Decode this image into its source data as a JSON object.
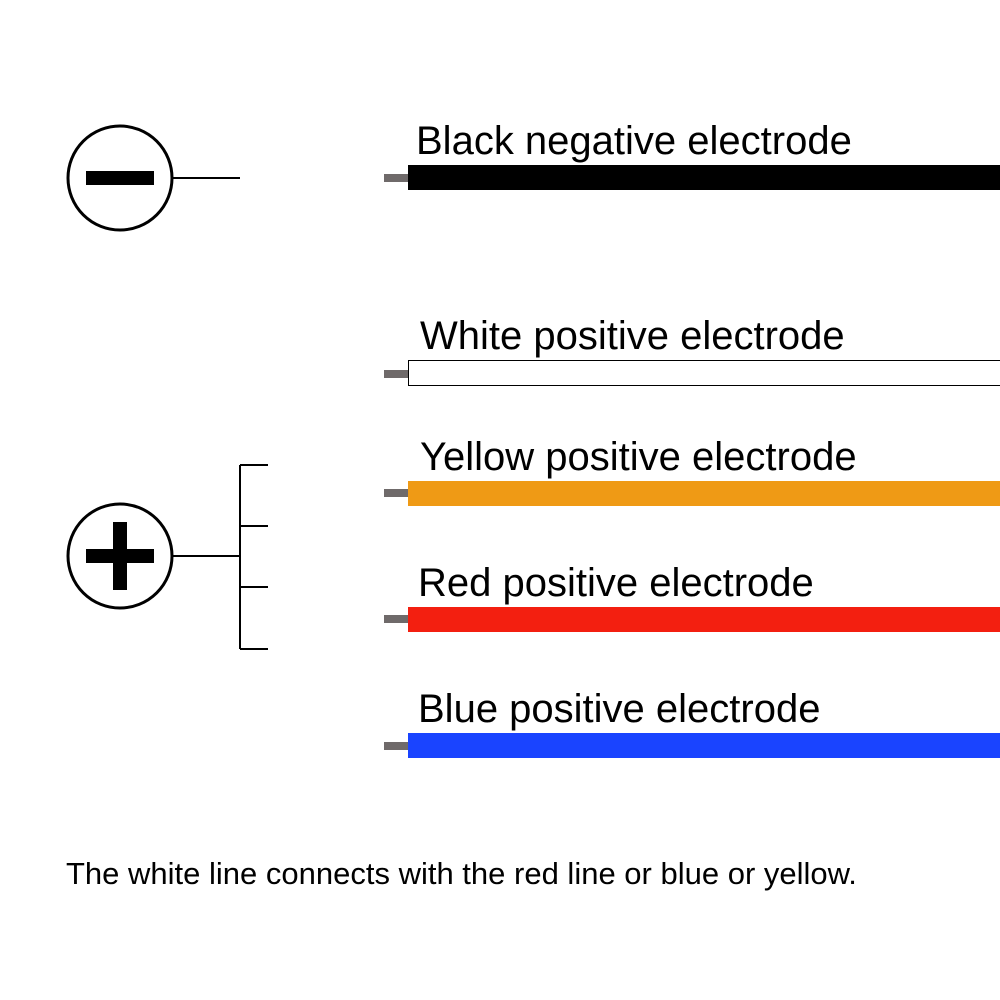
{
  "diagram": {
    "negative_symbol": "minus-icon",
    "positive_symbol": "plus-icon",
    "wires": [
      {
        "label": "Black negative electrode",
        "color": "#000000",
        "polarity": "negative"
      },
      {
        "label": "White positive electrode",
        "color": "#ffffff",
        "polarity": "positive"
      },
      {
        "label": "Yellow positive electrode",
        "color": "#ef9a15",
        "polarity": "positive"
      },
      {
        "label": "Red positive electrode",
        "color": "#f31f10",
        "polarity": "positive"
      },
      {
        "label": "Blue positive electrode",
        "color": "#1a44ff",
        "polarity": "positive"
      }
    ],
    "tip_color": "#6f6a6a",
    "note": "The white line connects with the red line or blue or yellow."
  }
}
